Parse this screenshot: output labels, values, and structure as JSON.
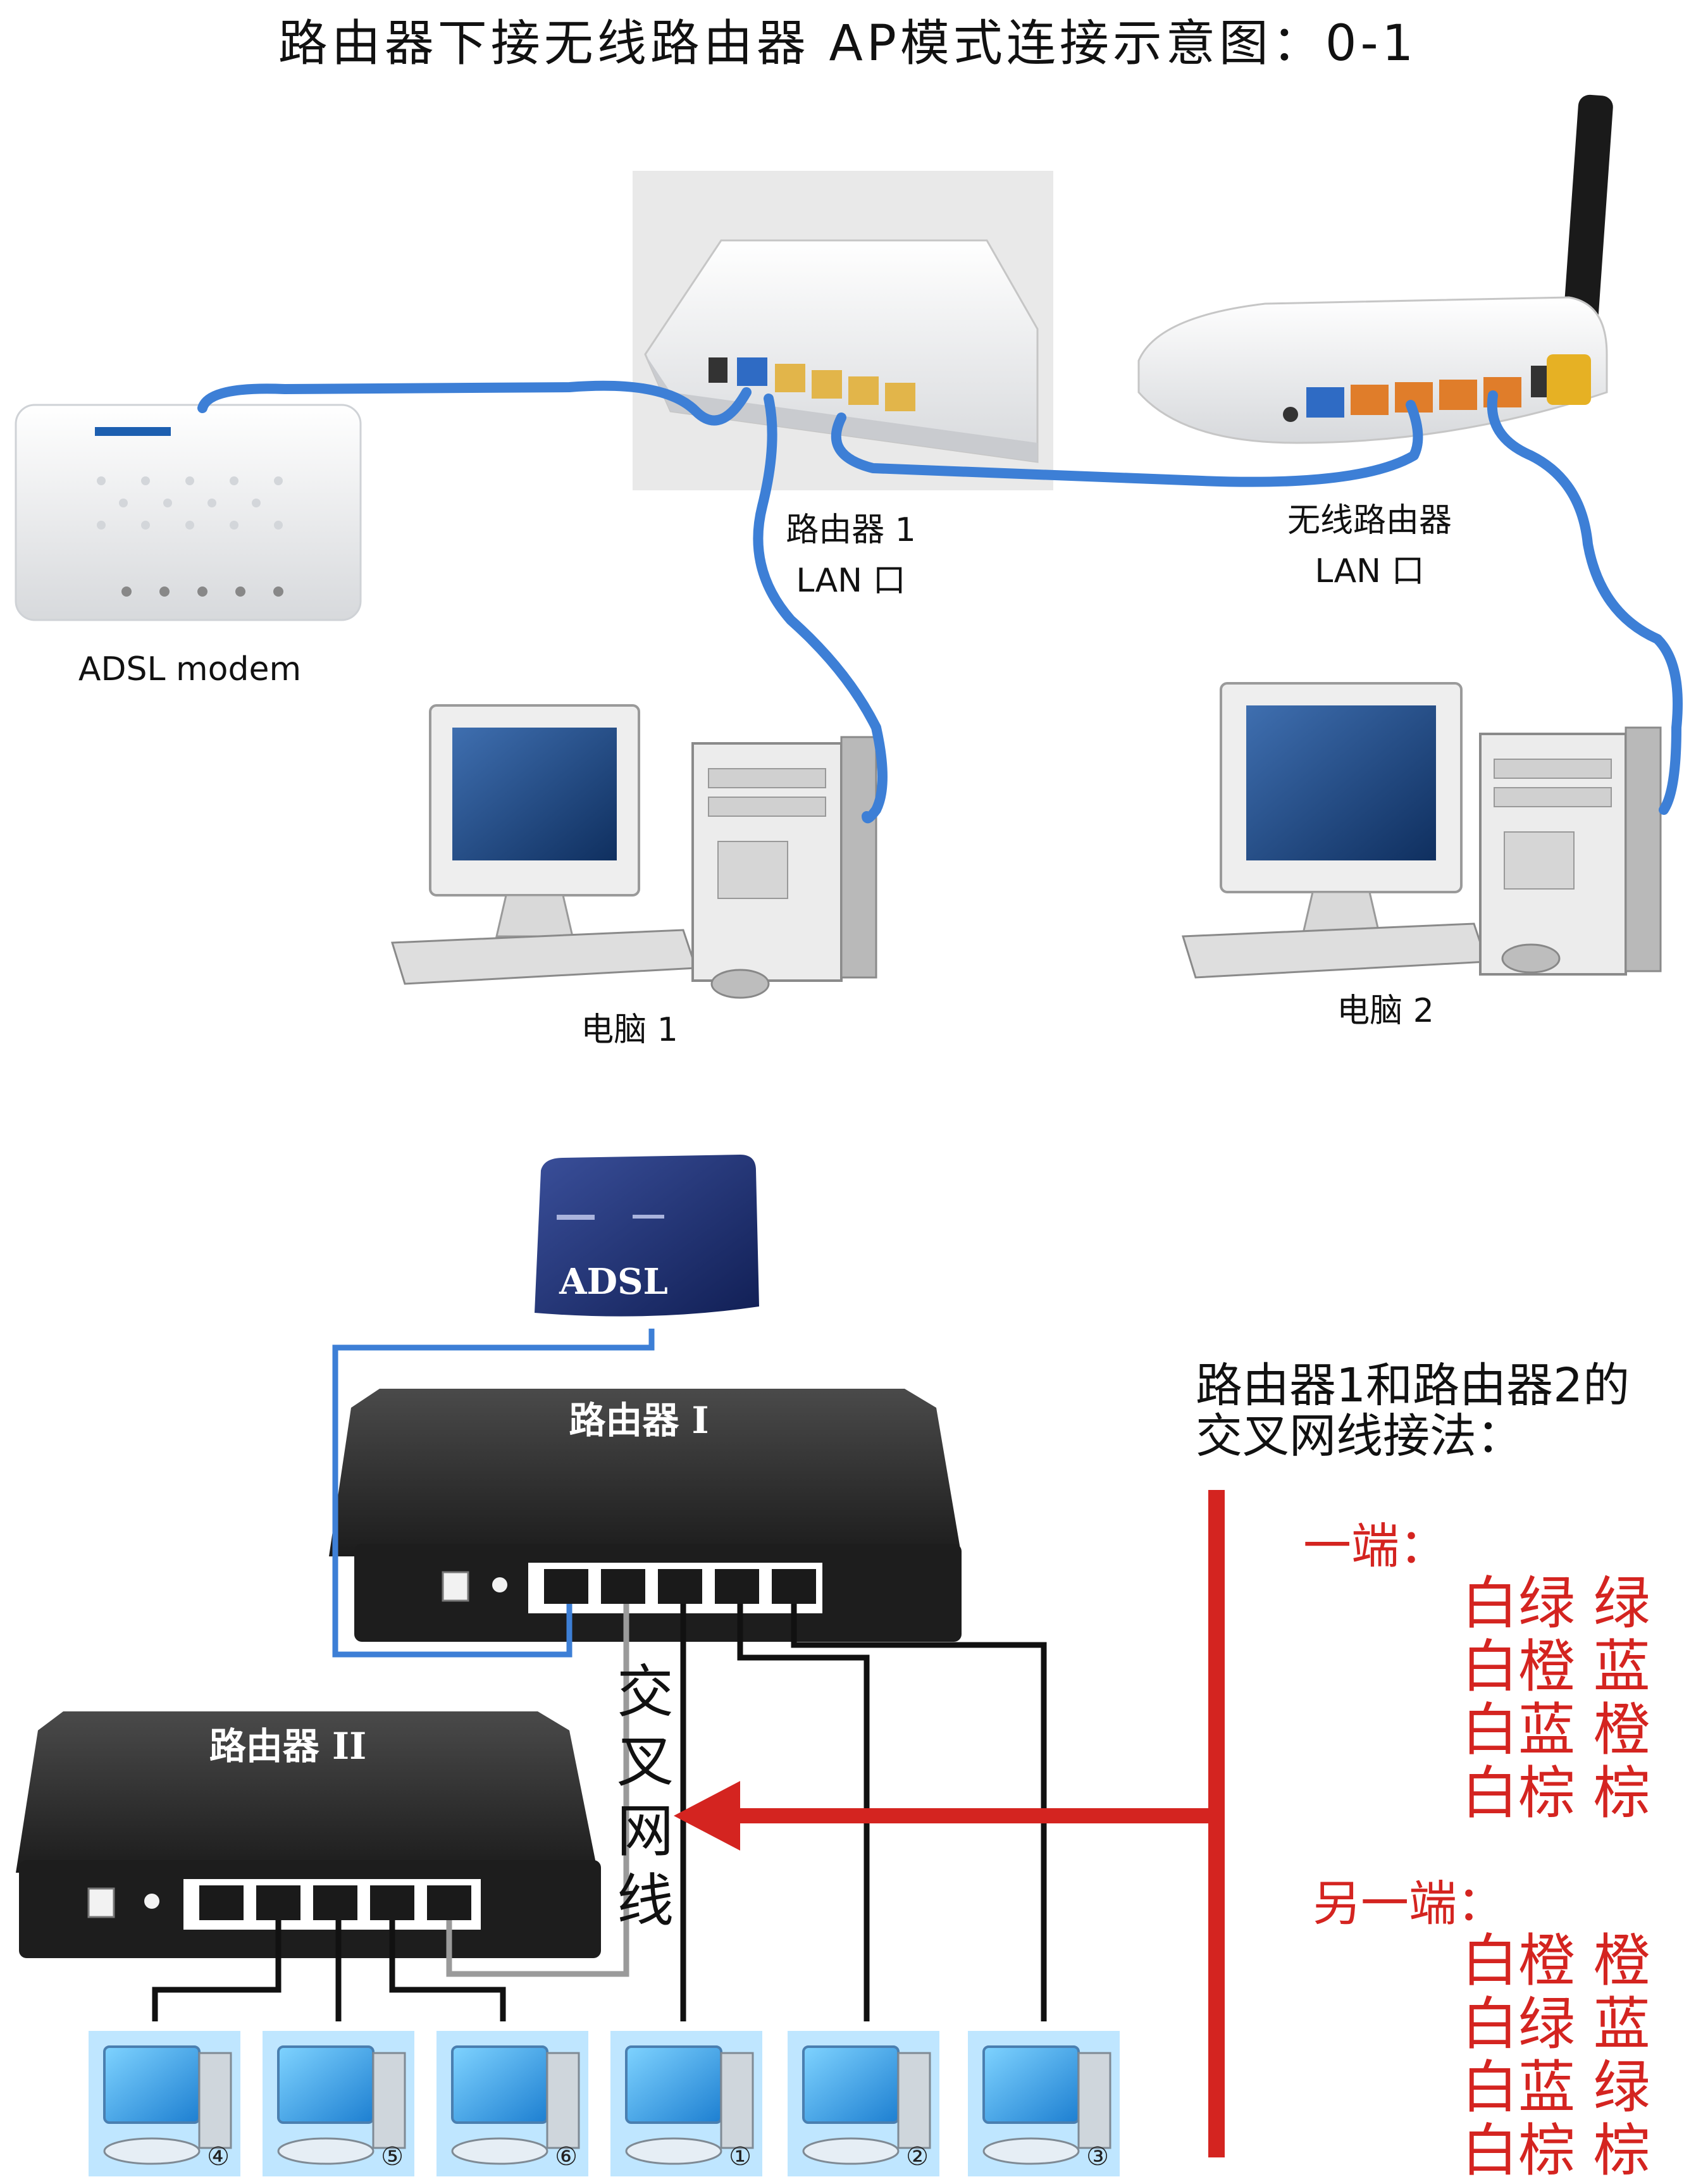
{
  "title": "路由器下接无线路由器 AP模式连接示意图：0-1",
  "top_labels": {
    "adsl_modem": "ADSL  modem",
    "router1_line1": "路由器 1",
    "router1_line2": "LAN 口",
    "wireless_line1": "无线路由器",
    "wireless_line2": "LAN 口",
    "pc1": "电脑 1",
    "pc2": "电脑 2"
  },
  "bottom": {
    "adsl_box_text": "ADSL",
    "router_i": "路由器 I",
    "router_ii": "路由器 II",
    "crossover_chars": [
      "交",
      "叉",
      "网",
      "线"
    ],
    "crossover_heading_line1": "路由器1和路由器2的",
    "crossover_heading_line2": "交叉网线接法：",
    "end_a_title": "一端：",
    "end_a_rows": [
      "白绿  绿",
      "白橙  蓝",
      "白蓝  橙",
      "白棕  棕"
    ],
    "end_b_title": "另一端：",
    "end_b_rows": [
      "白橙  橙",
      "白绿  蓝",
      "白蓝  绿",
      "白棕  棕"
    ],
    "pc_numbers": [
      "④",
      "⑤",
      "⑥",
      "①",
      "②",
      "③"
    ]
  },
  "colors": {
    "cable_blue": "#3d7fd6",
    "accent_red": "#d42420",
    "wire_black": "#111111",
    "wire_gray": "#9a9a9a"
  }
}
